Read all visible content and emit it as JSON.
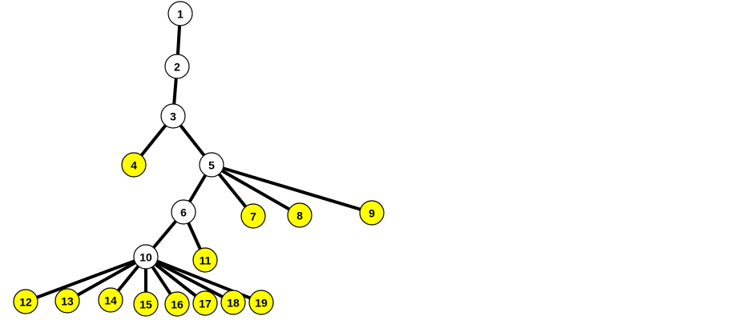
{
  "tree": {
    "colors": {
      "internal_fill": "#ffffff",
      "leaf_fill": "#ffff00",
      "edge": "#000000",
      "outline": "#000000",
      "label": "#000000"
    },
    "nodes": [
      {
        "id": "1",
        "label": "1",
        "kind": "internal"
      },
      {
        "id": "2",
        "label": "2",
        "kind": "internal"
      },
      {
        "id": "3",
        "label": "3",
        "kind": "internal"
      },
      {
        "id": "4",
        "label": "4",
        "kind": "leaf"
      },
      {
        "id": "5",
        "label": "5",
        "kind": "internal"
      },
      {
        "id": "6",
        "label": "6",
        "kind": "internal"
      },
      {
        "id": "7",
        "label": "7",
        "kind": "leaf"
      },
      {
        "id": "8",
        "label": "8",
        "kind": "leaf"
      },
      {
        "id": "9",
        "label": "9",
        "kind": "leaf"
      },
      {
        "id": "10",
        "label": "10",
        "kind": "internal"
      },
      {
        "id": "11",
        "label": "11",
        "kind": "leaf"
      },
      {
        "id": "12",
        "label": "12",
        "kind": "leaf"
      },
      {
        "id": "13",
        "label": "13",
        "kind": "leaf"
      },
      {
        "id": "14",
        "label": "14",
        "kind": "leaf"
      },
      {
        "id": "15",
        "label": "15",
        "kind": "leaf"
      },
      {
        "id": "16",
        "label": "16",
        "kind": "leaf"
      },
      {
        "id": "17",
        "label": "17",
        "kind": "leaf"
      },
      {
        "id": "18",
        "label": "18",
        "kind": "leaf"
      },
      {
        "id": "19",
        "label": "19",
        "kind": "leaf"
      }
    ],
    "edges": [
      {
        "from": "1",
        "to": "2"
      },
      {
        "from": "2",
        "to": "3"
      },
      {
        "from": "3",
        "to": "4"
      },
      {
        "from": "3",
        "to": "5"
      },
      {
        "from": "5",
        "to": "6"
      },
      {
        "from": "5",
        "to": "7"
      },
      {
        "from": "5",
        "to": "8"
      },
      {
        "from": "5",
        "to": "9"
      },
      {
        "from": "6",
        "to": "10"
      },
      {
        "from": "6",
        "to": "11"
      },
      {
        "from": "10",
        "to": "12"
      },
      {
        "from": "10",
        "to": "13"
      },
      {
        "from": "10",
        "to": "14"
      },
      {
        "from": "10",
        "to": "15"
      },
      {
        "from": "10",
        "to": "16"
      },
      {
        "from": "10",
        "to": "17"
      },
      {
        "from": "10",
        "to": "18"
      },
      {
        "from": "10",
        "to": "19"
      }
    ]
  }
}
